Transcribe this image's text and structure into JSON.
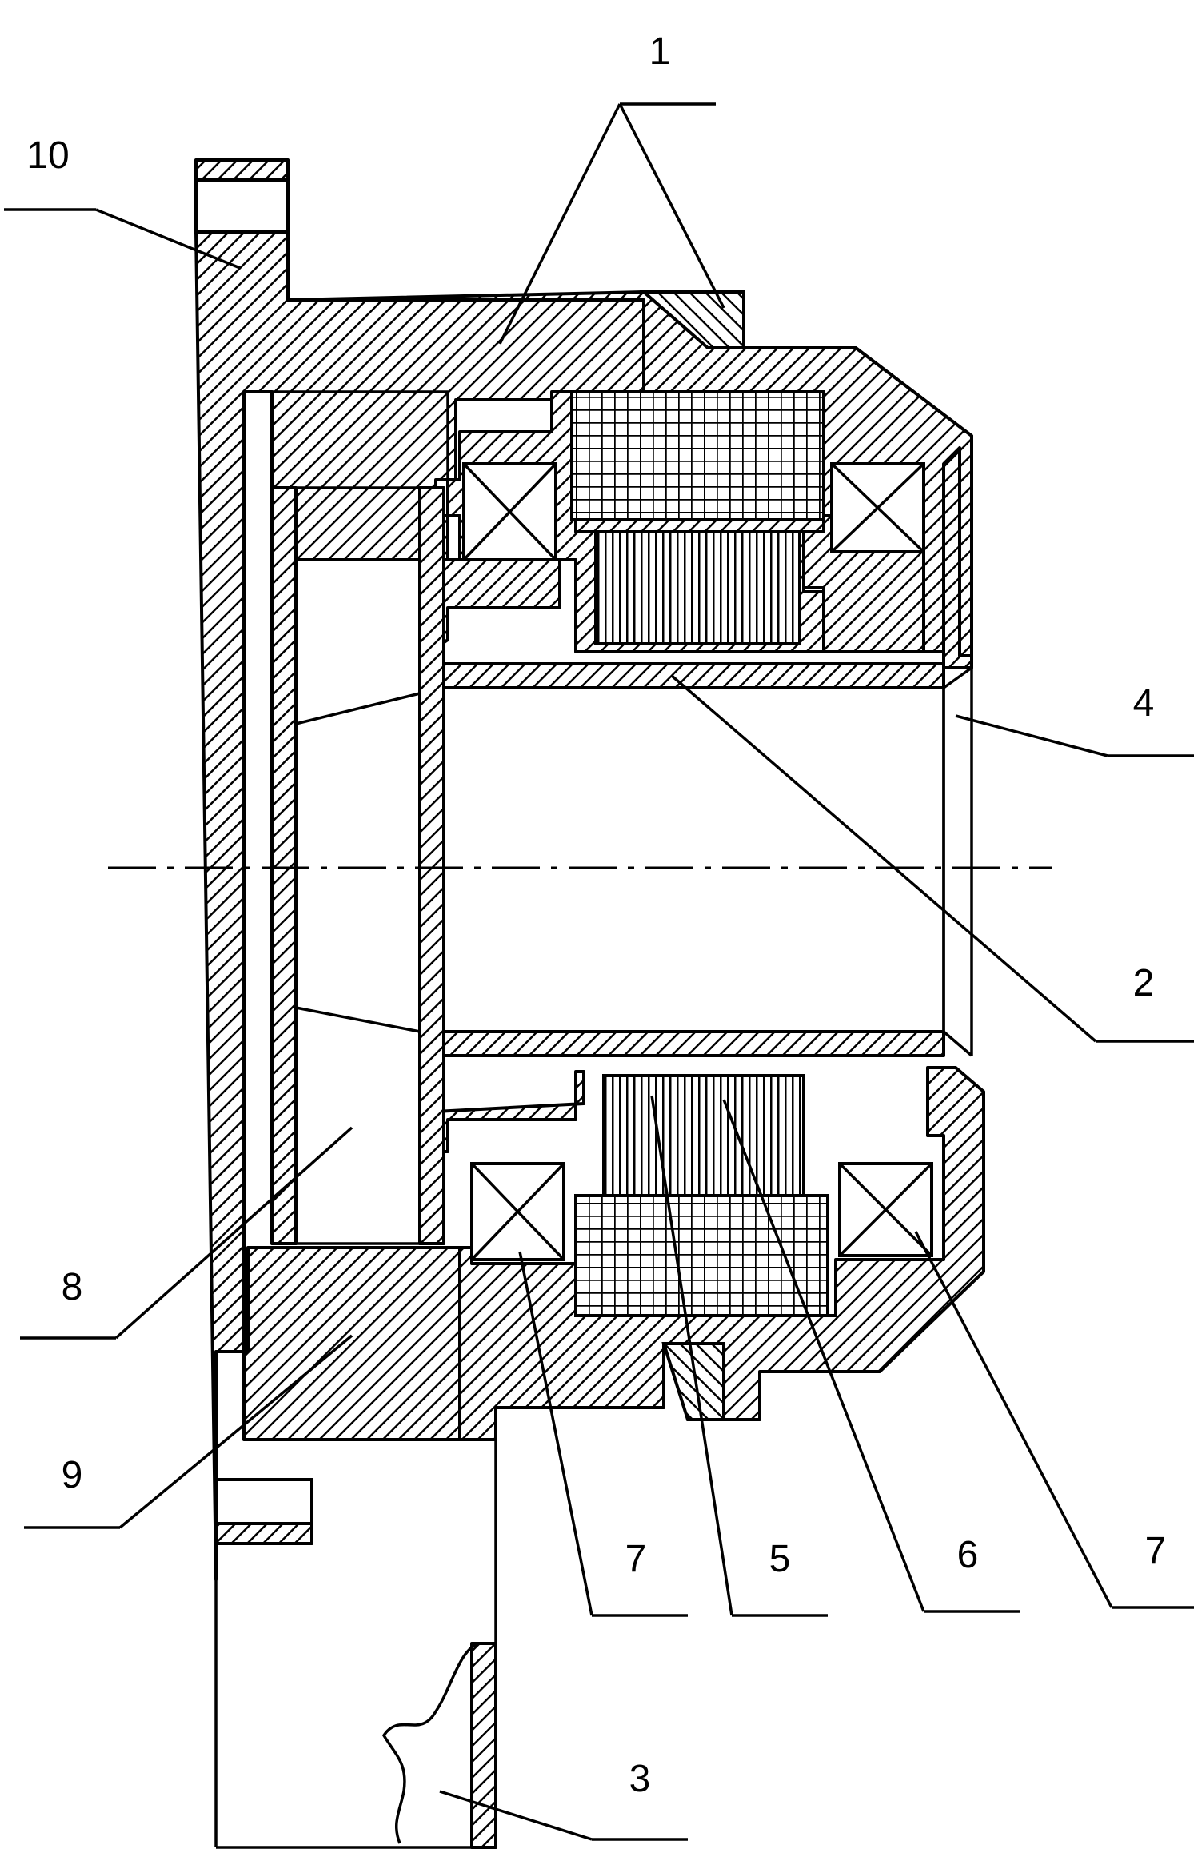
{
  "figure": {
    "kind": "patent cross-section drawing of a flange-mounted electric motor assembly",
    "labels": {
      "l1": "1",
      "l2": "2",
      "l3": "3",
      "l4": "4",
      "l5": "5",
      "l6": "6",
      "l7a": "7",
      "l7b": "7",
      "l8": "8",
      "l9": "9",
      "l10": "10"
    }
  }
}
